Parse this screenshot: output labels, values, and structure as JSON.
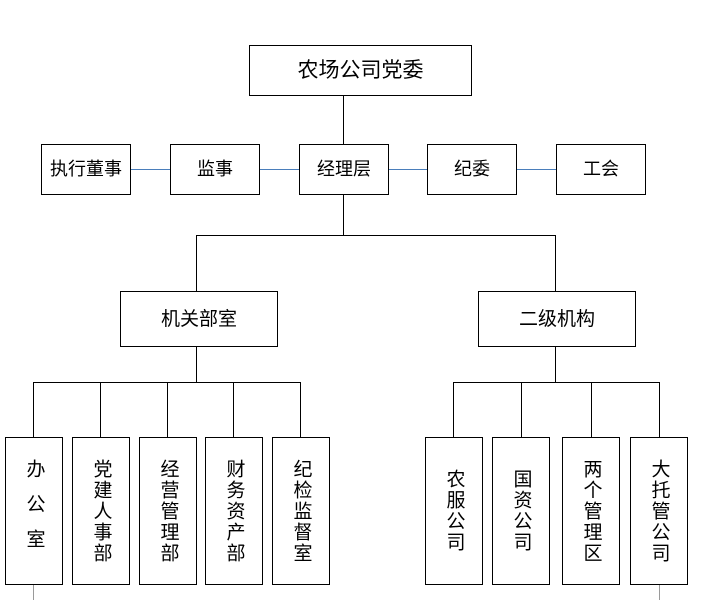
{
  "diagram": {
    "title_node": {
      "label": "农场公司党委"
    },
    "level2": [
      {
        "id": "exec-director",
        "label": "执行董事"
      },
      {
        "id": "supervisor",
        "label": "监事"
      },
      {
        "id": "management",
        "label": "经理层"
      },
      {
        "id": "discipline-committee",
        "label": "纪委"
      },
      {
        "id": "labor-union",
        "label": "工会"
      }
    ],
    "level3": [
      {
        "id": "agency-departments",
        "label": "机关部室"
      },
      {
        "id": "secondary-institutions",
        "label": "二级机构"
      }
    ],
    "departments": [
      {
        "id": "office",
        "label": "办公室",
        "spaced": true
      },
      {
        "id": "party-building-hr",
        "label": "党建人事部",
        "spaced": false
      },
      {
        "id": "business-management",
        "label": "经营管理部",
        "spaced": false
      },
      {
        "id": "finance-assets",
        "label": "财务资产部",
        "spaced": false
      },
      {
        "id": "discipline-inspection",
        "label": "纪检监督室",
        "spaced": false
      }
    ],
    "institutions": [
      {
        "id": "agri-service-company",
        "label": "农服公司",
        "spaced": false
      },
      {
        "id": "state-assets-company",
        "label": "国资公司",
        "spaced": false
      },
      {
        "id": "two-management-zones",
        "label": "两个管理区",
        "spaced": false
      },
      {
        "id": "large-trusteeship-company",
        "label": "大托管公司",
        "spaced": false
      }
    ],
    "colors": {
      "box_border": "#000000",
      "connector": "#000000",
      "peer_connector": "#4a7ebb",
      "stub_connector": "#9a9a9a",
      "background": "#ffffff",
      "text": "#000000"
    }
  }
}
